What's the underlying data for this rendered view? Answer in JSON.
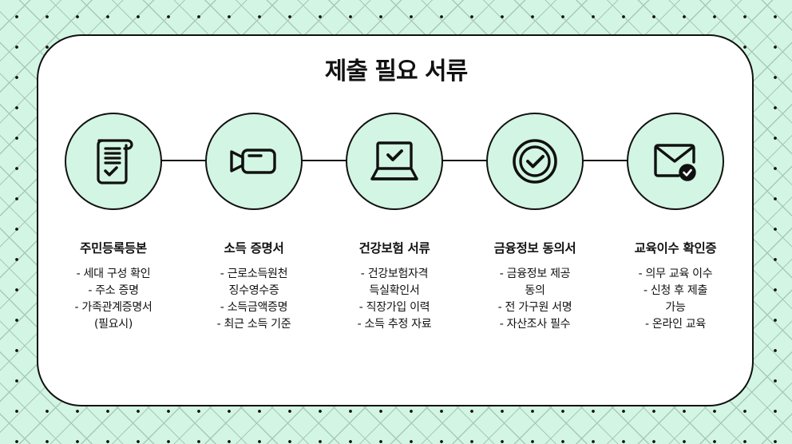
{
  "title": "제출 필요 서류",
  "steps": [
    {
      "icon": "document-check-icon",
      "title": "주민등록등본",
      "lines": [
        "- 세대 구성 확인",
        "- 주소 증명",
        "- 가족관계증명서",
        "(필요시)"
      ]
    },
    {
      "icon": "video-camera-icon",
      "title": "소득 증명서",
      "lines": [
        "- 근로소득원천",
        "징수영수증",
        "- 소득금액증명",
        "- 최근 소득 기준"
      ]
    },
    {
      "icon": "laptop-check-icon",
      "title": "건강보험 서류",
      "lines": [
        "- 건강보험자격",
        "득실확인서",
        "- 직장가입 이력",
        "- 소득 추정 자료"
      ]
    },
    {
      "icon": "check-circle-icon",
      "title": "금융정보 동의서",
      "lines": [
        "- 금융정보 제공",
        "동의",
        "- 전 가구원 서명",
        "- 자산조사 필수"
      ]
    },
    {
      "icon": "mail-check-icon",
      "title": "교육이수 확인증",
      "lines": [
        "- 의무 교육 이수",
        "- 신청 후 제출",
        "가능",
        "- 온라인 교육"
      ]
    }
  ]
}
